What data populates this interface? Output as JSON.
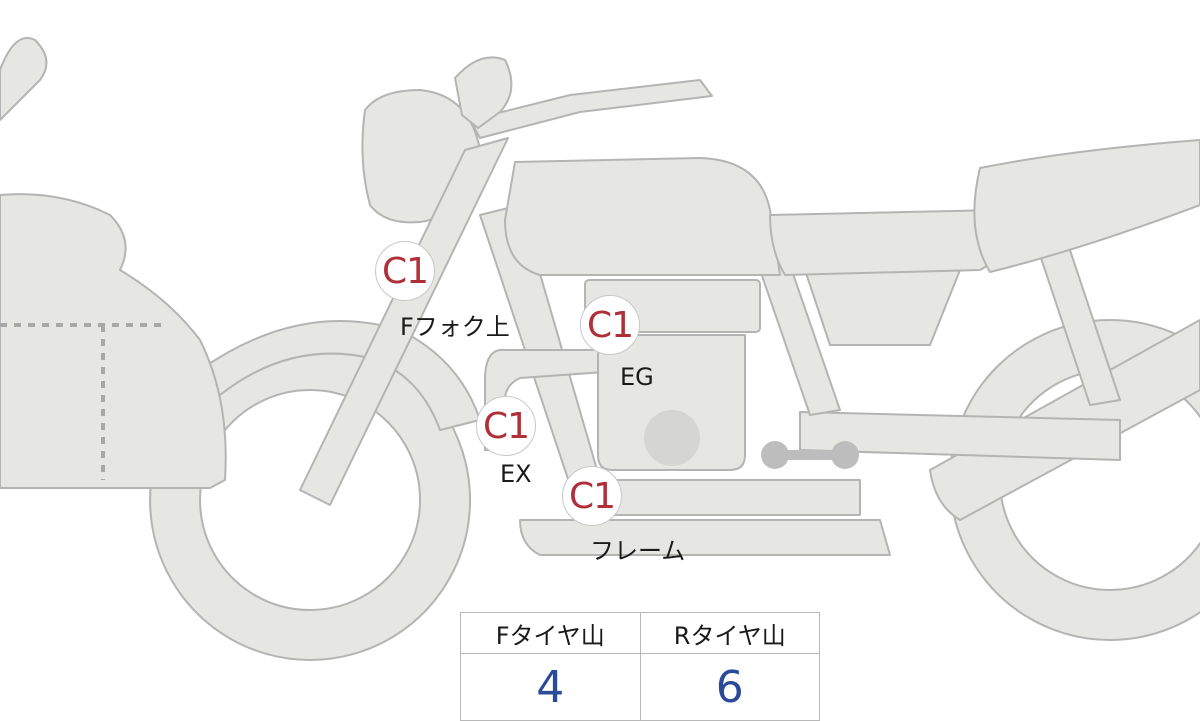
{
  "markers": [
    {
      "id": "fork",
      "code": "C1",
      "label": "Fフォク上"
    },
    {
      "id": "eg",
      "code": "C1",
      "label": "EG"
    },
    {
      "id": "ex",
      "code": "C1",
      "label": "EX"
    },
    {
      "id": "frame",
      "code": "C1",
      "label": "フレーム"
    }
  ],
  "tire_table": {
    "headers": [
      "Fタイヤ山",
      "Rタイヤ山"
    ],
    "values": [
      "4",
      "6"
    ]
  },
  "colors": {
    "part_fill": "#e6e6e3",
    "part_stroke": "#b4b4b4",
    "code_red": "#b0303a",
    "value_blue": "#2a4a9a"
  }
}
